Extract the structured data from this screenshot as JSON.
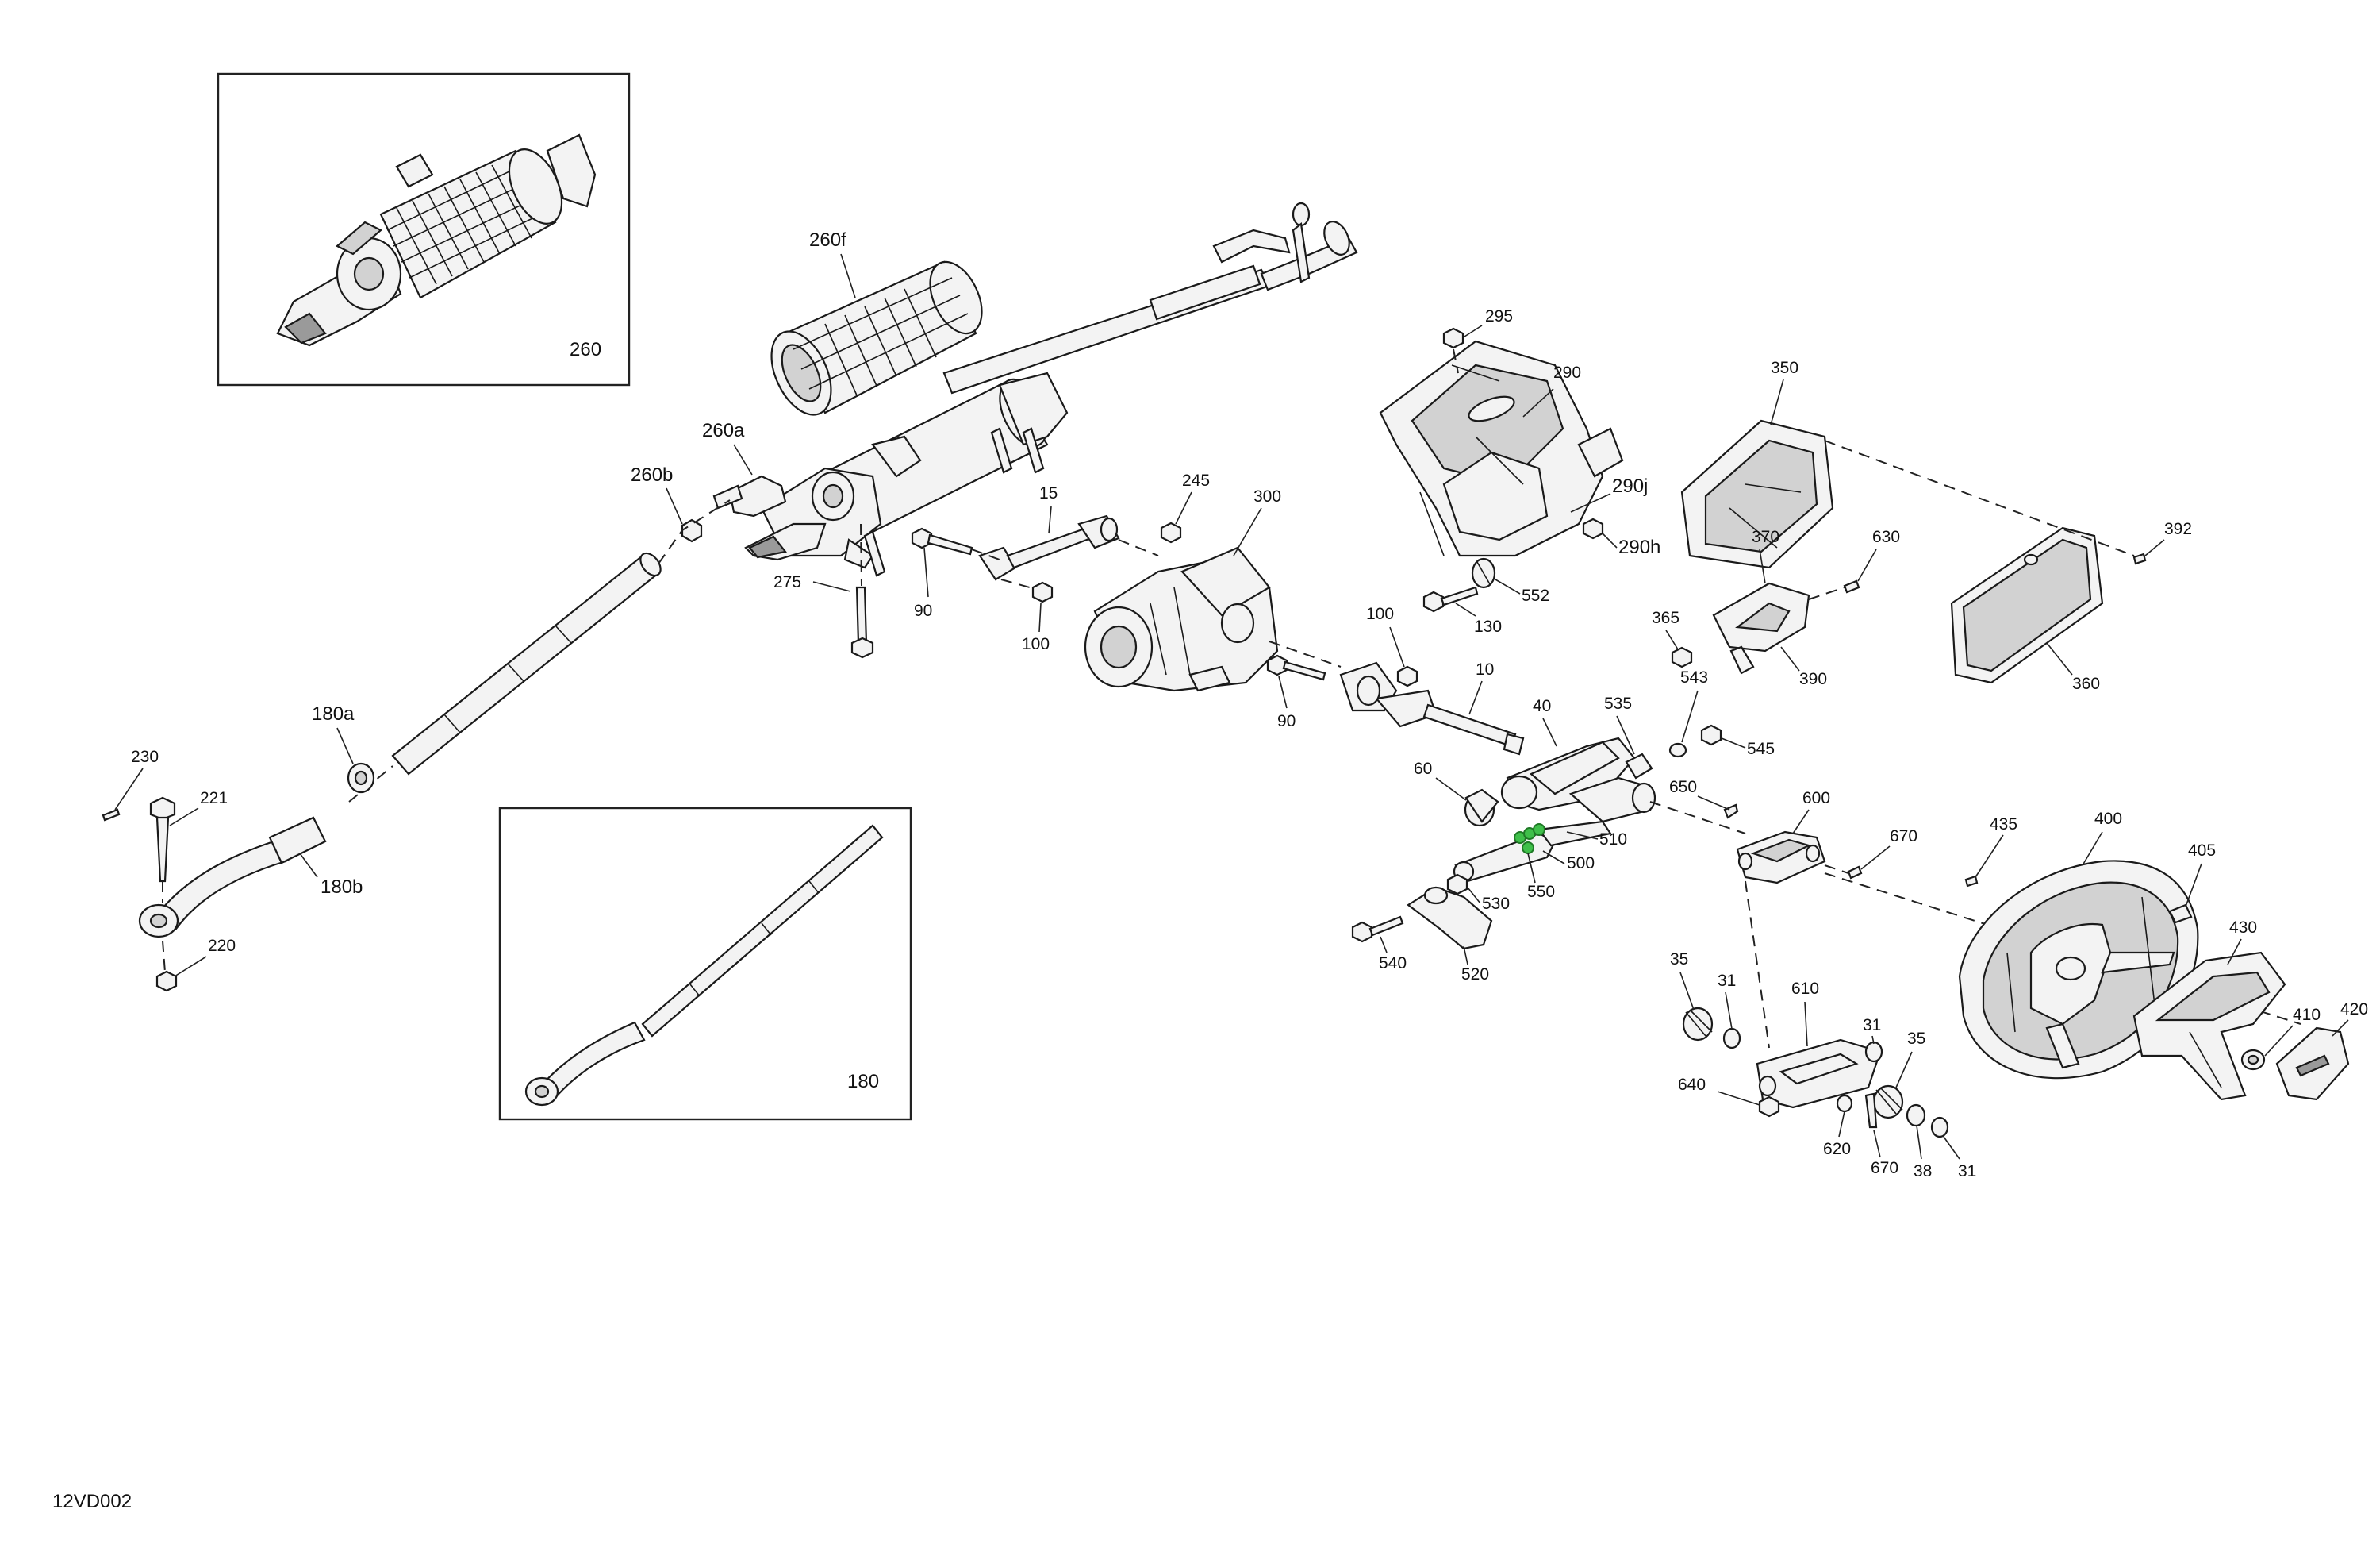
{
  "callouts": {
    "c260": "260",
    "c260f": "260f",
    "c260a": "260a",
    "c260b": "260b",
    "c275": "275",
    "c90a": "90",
    "c100a": "100",
    "c15": "15",
    "c245": "245",
    "c300": "300",
    "c180a": "180a",
    "c180b": "180b",
    "c180": "180",
    "c230": "230",
    "c221": "221",
    "c220": "220",
    "c295": "295",
    "c290": "290",
    "c290j": "290j",
    "c290h": "290h",
    "c552": "552",
    "c130": "130",
    "c100b": "100",
    "c10": "10",
    "c90b": "90",
    "c40": "40",
    "c535": "535",
    "c60": "60",
    "c510": "510",
    "c500": "500",
    "c550": "550",
    "c530": "530",
    "c540": "540",
    "c520": "520",
    "c350": "350",
    "c370": "370",
    "c630": "630",
    "c392": "392",
    "c365": "365",
    "c543": "543",
    "c390": "390",
    "c360": "360",
    "c545": "545",
    "c650": "650",
    "c600": "600",
    "c670a": "670",
    "c435": "435",
    "c400": "400",
    "c405": "405",
    "c430": "430",
    "c35a": "35",
    "c31a": "31",
    "c610": "610",
    "c31b": "31",
    "c35b": "35",
    "c640": "640",
    "c620": "620",
    "c670b": "670",
    "c38": "38",
    "c31c": "31",
    "c410": "410",
    "c420": "420"
  },
  "document_code": "12VD002",
  "colors": {
    "line": "#1a1a1a",
    "fill": "#f3f3f3",
    "highlight": "#3fbf4a"
  }
}
